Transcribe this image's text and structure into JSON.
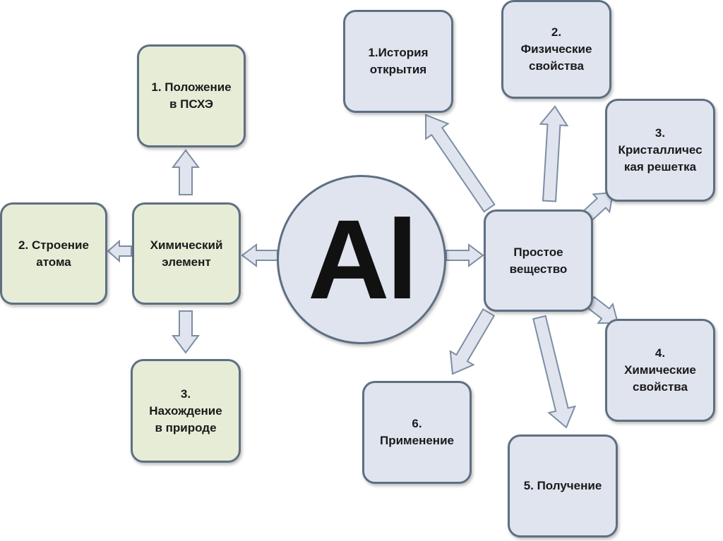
{
  "center": {
    "label": "Al"
  },
  "element": {
    "label_lines": [
      "Химический",
      "элемент"
    ]
  },
  "element_branches": {
    "position": [
      "1. Положение",
      "в ПСХЭ"
    ],
    "structure": [
      "2. Строение",
      "атома"
    ],
    "occurrence": [
      "3.",
      "Нахождение",
      "в природе"
    ]
  },
  "substance": {
    "label_lines": [
      "Простое",
      "вещество"
    ]
  },
  "substance_branches": {
    "history": [
      "1.История",
      "открытия"
    ],
    "physical": [
      "2.",
      "Физические",
      "свойства"
    ],
    "lattice": [
      "3.",
      "Кристалличес",
      "кая решетка"
    ],
    "chemical": [
      "4.",
      "Химические",
      "свойства"
    ],
    "production": [
      "5. Получение"
    ],
    "application": [
      "6.",
      "Применение"
    ]
  },
  "colors": {
    "green_fill": "#e7ecd6",
    "blue_fill": "#dfe4ef",
    "border": "#5e6f82",
    "arrow_fill": "#dfe4ef",
    "arrow_stroke": "#7d8ea3"
  }
}
